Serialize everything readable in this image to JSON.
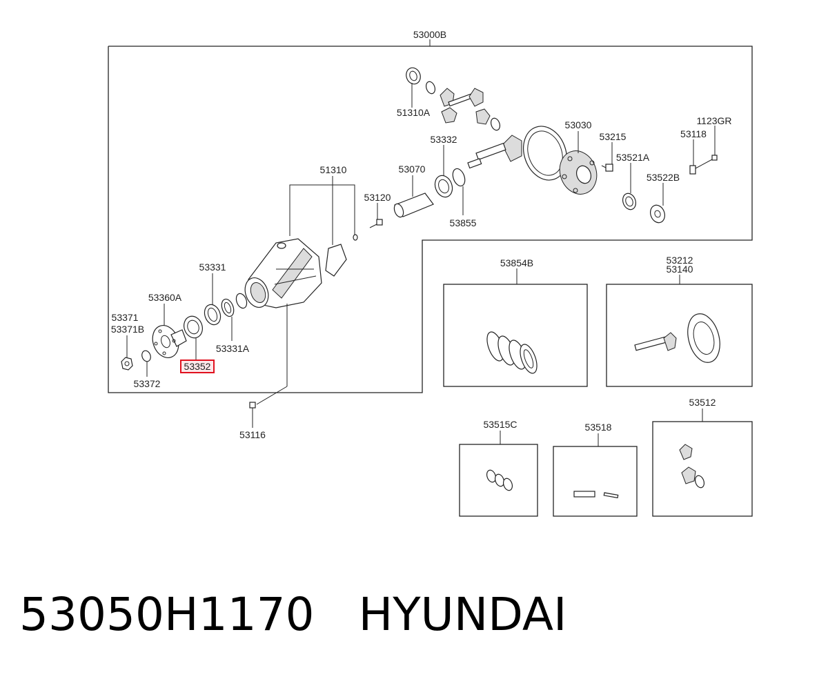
{
  "labels": {
    "assembly": "53000B",
    "p51310a": "51310A",
    "p53030": "53030",
    "p53215": "53215",
    "p53118": "53118",
    "p1123gr": "1123GR",
    "p53332": "53332",
    "p53070": "53070",
    "p51310": "51310",
    "p53120": "53120",
    "p53521a": "53521A",
    "p53522b": "53522B",
    "p53855": "53855",
    "p53331": "53331",
    "p53360a": "53360A",
    "p53371": "53371",
    "p53371b": "53371B",
    "p53331a": "53331A",
    "p53352": "53352",
    "p53372": "53372",
    "p53116": "53116",
    "p53854b": "53854B",
    "p53212": "53212",
    "p53140": "53140",
    "p53512": "53512",
    "p53515c": "53515C",
    "p53518": "53518"
  },
  "highlighted_part": "53352",
  "colors": {
    "highlight": "#e0101e",
    "line": "#222222"
  },
  "footer": {
    "part_number": "53050H1170",
    "brand": "HYUNDAI"
  }
}
